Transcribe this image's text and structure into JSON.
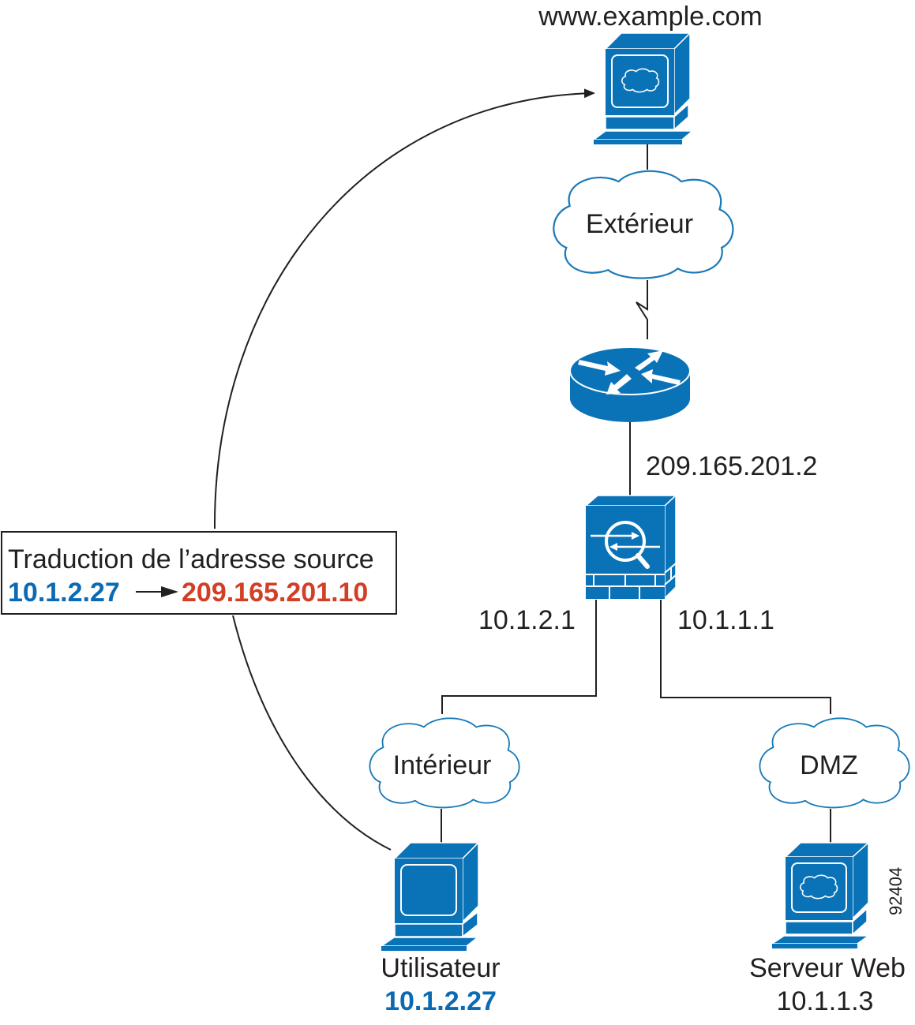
{
  "diagram": {
    "colors": {
      "device_blue": "#0a73b8",
      "cloud_outline": "#1a7ab8",
      "text": "#231f20",
      "ip_blue": "#0a6ab4",
      "ip_red": "#d23f27"
    },
    "nodes": {
      "web_host": {
        "label": "www.example.com",
        "icon": "server-cloud-icon"
      },
      "outside_cloud": {
        "label": "Extérieur",
        "icon": "cloud-icon"
      },
      "router": {
        "icon": "router-icon"
      },
      "firewall": {
        "icon": "firewall-asa-icon",
        "outside_ip": "209.165.201.2",
        "inside_ip": "10.1.2.1",
        "dmz_ip": "10.1.1.1"
      },
      "inside_cloud": {
        "label": "Intérieur",
        "icon": "cloud-icon"
      },
      "dmz_cloud": {
        "label": "DMZ",
        "icon": "cloud-icon"
      },
      "user": {
        "label": "Utilisateur",
        "ip": "10.1.2.27",
        "icon": "workstation-icon"
      },
      "web_server": {
        "label": "Serveur Web",
        "ip": "10.1.1.3",
        "icon": "server-cloud-icon"
      }
    },
    "nat_box": {
      "title": "Traduction de l’adresse source",
      "source_ip": "10.1.2.27",
      "arrow": "→",
      "translated_ip": "209.165.201.10"
    },
    "figure_id": "92404"
  }
}
